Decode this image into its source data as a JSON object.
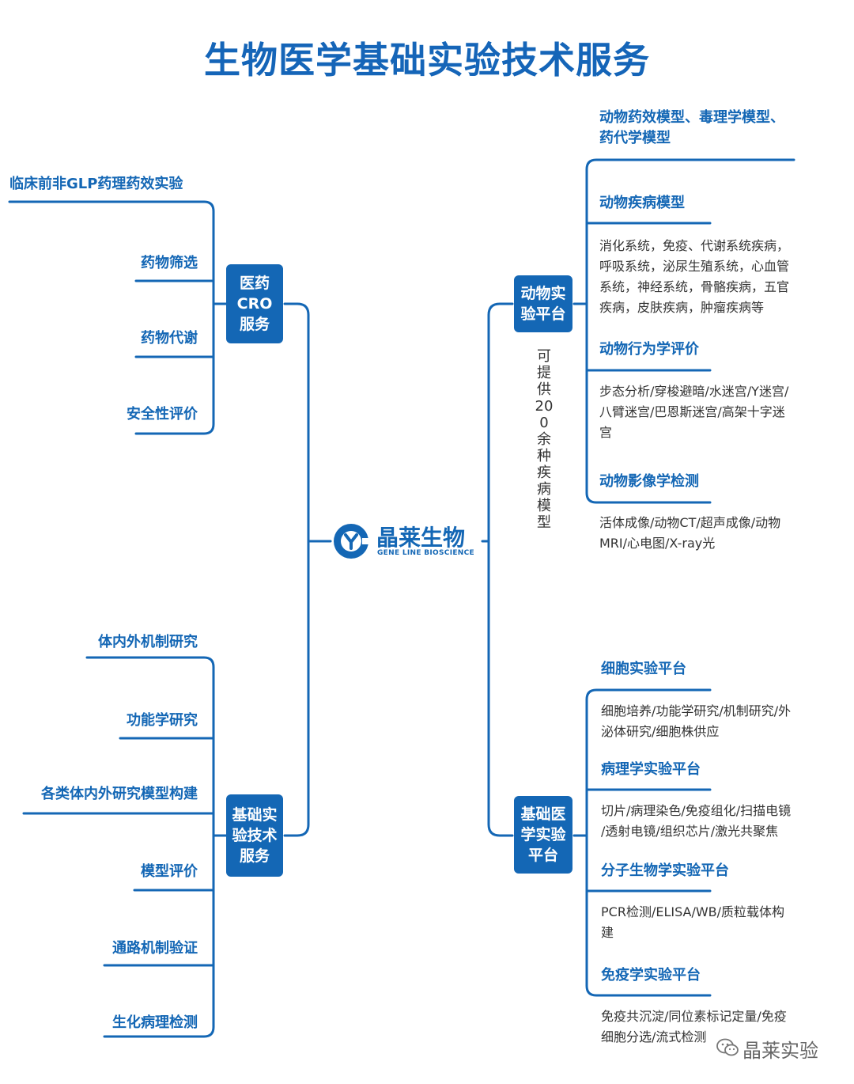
{
  "title": "生物医学基础实验技术服务",
  "logo": {
    "name_cn": "晶莱生物",
    "name_en": "GENE LINE BIOSCIENCE"
  },
  "left_groups": [
    {
      "box": "医药\nCRO\n服务",
      "items": [
        "临床前非GLP药理药效实验",
        "药物筛选",
        "药物代谢",
        "安全性评价"
      ]
    },
    {
      "box": "基础实\n验技术\n服务",
      "items": [
        "体内外机制研究",
        "功能学研究",
        "各类体内外研究模型构建",
        "模型评价",
        "通路机制验证",
        "生化病理检测"
      ]
    }
  ],
  "right_groups": [
    {
      "box": "动物实\n验平台",
      "vertical_note": "可提供200余种疾病模型",
      "items": [
        {
          "label": "动物药效模型、毒理学模型、\n药代学模型",
          "desc": ""
        },
        {
          "label": "动物疾病模型",
          "desc": "消化系统，免疫、代谢系统疾病，\n呼吸系统，泌尿生殖系统，心血管\n系统，神经系统，骨骼疾病，五官\n疾病，皮肤疾病，肿瘤疾病等"
        },
        {
          "label": "动物行为学评价",
          "desc": "步态分析/穿梭避暗/水迷宫/Y迷宫/\n八臂迷宫/巴恩斯迷宫/高架十字迷\n宫"
        },
        {
          "label": "动物影像学检测",
          "desc": "活体成像/动物CT/超声成像/动物\nMRI/心电图/X-ray光"
        }
      ]
    },
    {
      "box": "基础医\n学实验\n平台",
      "items": [
        {
          "label": "细胞实验平台",
          "desc": "细胞培养/功能学研究/机制研究/外\n泌体研究/细胞株供应"
        },
        {
          "label": "病理学实验平台",
          "desc": "切片/病理染色/免疫组化/扫描电镜\n/透射电镜/组织芯片/激光共聚焦"
        },
        {
          "label": "分子生物学实验平台",
          "desc": " PCR检测/ELISA/WB/质粒载体构\n建"
        },
        {
          "label": "免疫学实验平台",
          "desc": "免疫共沉淀/同位素标记定量/免疫\n细胞分选/流式检测"
        }
      ]
    }
  ],
  "watermark": "晶莱实验",
  "colors": {
    "primary": "#1467b5",
    "text": "#333333"
  }
}
